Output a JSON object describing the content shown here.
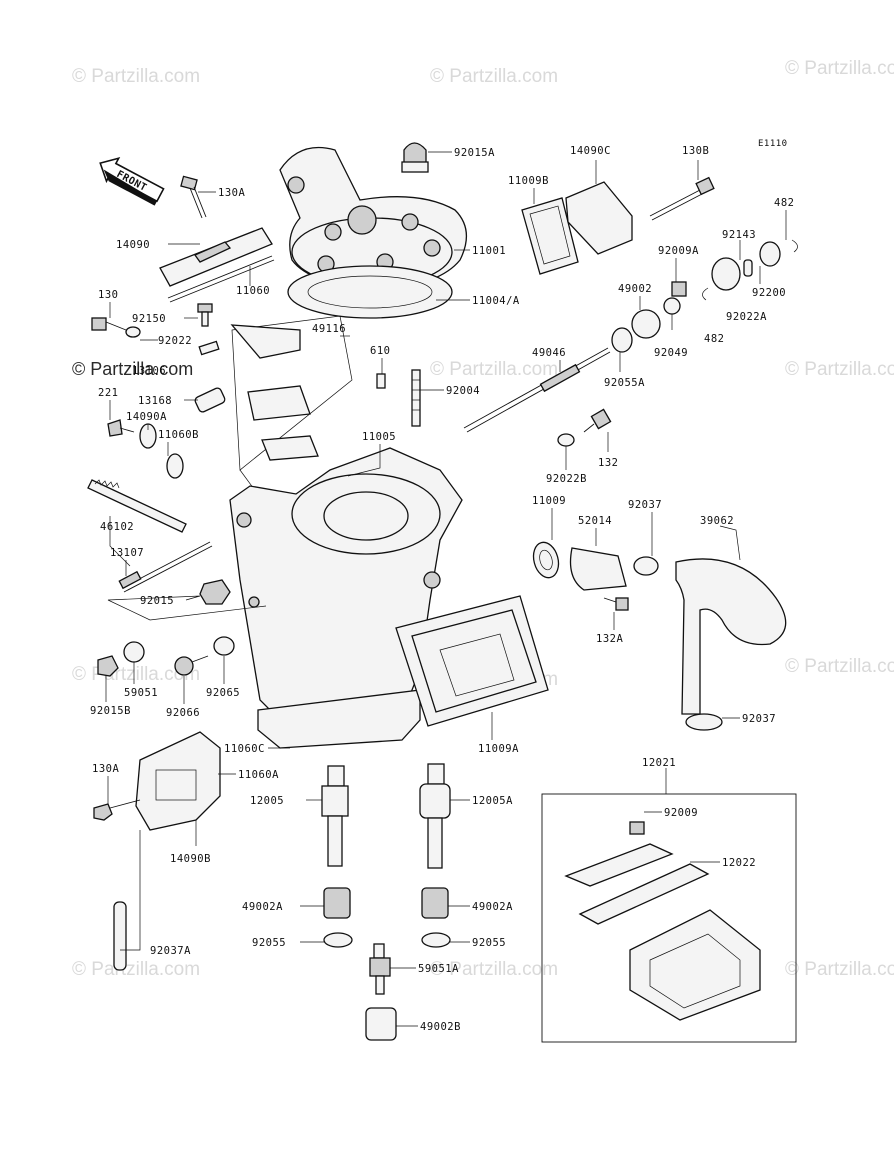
{
  "diagram_code": "E1110",
  "front_label": "FRONT",
  "watermark_text": "© Partzilla.com",
  "labels": {
    "l92015A": "92015A",
    "l14090C": "14090C",
    "l130B": "130B",
    "l11009B": "11009B",
    "l482a": "482",
    "l130A": "130A",
    "l11001": "11001",
    "l92143": "92143",
    "l92009A": "92009A",
    "l14090": "14090",
    "l11060": "11060",
    "l11004A": "11004/A",
    "l49002": "49002",
    "l92200": "92200",
    "l92022A": "92022A",
    "l482b": "482",
    "l130": "130",
    "l92150": "92150",
    "l92022": "92022",
    "l49116": "49116",
    "l92049": "92049",
    "l610": "610",
    "l49046": "49046",
    "l92055A": "92055A",
    "l13106": "13106",
    "l92004": "92004",
    "l221": "221",
    "l13168": "13168",
    "l14090A": "14090A",
    "l11060B": "11060B",
    "l11005": "11005",
    "l132": "132",
    "l92022B": "92022B",
    "l11009": "11009",
    "l92037": "92037",
    "l46102": "46102",
    "l52014": "52014",
    "l39062": "39062",
    "l13107": "13107",
    "l92015": "92015",
    "l132A": "132A",
    "l59051": "59051",
    "l92015B": "92015B",
    "l92066": "92066",
    "l92065": "92065",
    "l92037b": "92037",
    "l11060C": "11060C",
    "l11009A": "11009A",
    "l12021": "12021",
    "l130A2": "130A",
    "l11060A": "11060A",
    "l12005": "12005",
    "l12005A": "12005A",
    "l92009": "92009",
    "l14090B": "14090B",
    "l12022": "12022",
    "l49002A1": "49002A",
    "l49002A2": "49002A",
    "l92055a": "92055",
    "l92055b": "92055",
    "l92037A": "92037A",
    "l59051A": "59051A",
    "l49002B": "49002B"
  }
}
